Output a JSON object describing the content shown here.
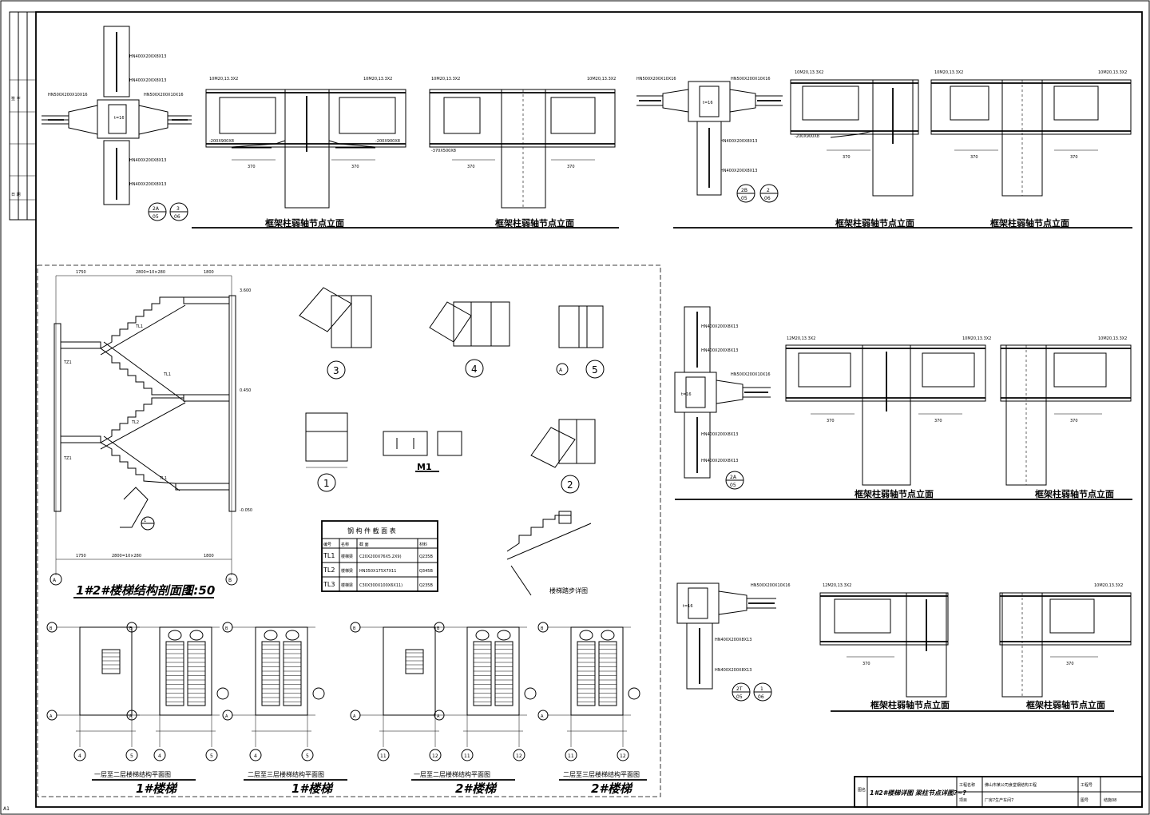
{
  "titles": {
    "elev_1": "框架柱弱轴节点立面",
    "elev_2": "框架柱弱轴节点立面",
    "elev_3": "框架柱弱轴节点立面",
    "elev_4": "框架柱弱轴节点立面",
    "elev_5": "框架柱弱轴节点立面",
    "elev_6": "框架柱弱轴节点立面",
    "elev_7": "框架柱弱轴节点立面",
    "elev_8": "框架柱弱轴节点立面",
    "stair_section": "1#2#楼梯结构剖面图",
    "stair_section_scale": "1:50",
    "stair_tread": "楼梯踏步详图",
    "m1": "M1",
    "plan_1a": "一层至二层楼梯结构平面图",
    "plan_1b": "二层至三层楼梯结构平面图",
    "plan_2a": "一层至二层楼梯结构平面图",
    "plan_2b": "二层至三层楼梯结构平面图",
    "stair_1": "1#楼梯",
    "stair_2": "2#楼梯"
  },
  "detail_tags": {
    "a": [
      "2A",
      "05",
      "3",
      "06"
    ],
    "b": [
      "2B",
      "05",
      "2",
      "06"
    ],
    "c": [
      "2A",
      "05"
    ],
    "d": [
      "2T",
      "05",
      "1",
      "06"
    ]
  },
  "detail_numbers": [
    "3",
    "4",
    "5",
    "1",
    "2",
    "1"
  ],
  "axes": [
    "A",
    "B",
    "4",
    "5",
    "11",
    "12"
  ],
  "steel_table": {
    "title": "钢 构 件 截 面 表",
    "header": [
      "编号",
      "名称",
      "截 面",
      "材料"
    ],
    "rows": [
      [
        "TL1",
        "楼梯梁",
        "C20X200X76X5.2X9)",
        "Q235B"
      ],
      [
        "TL2",
        "楼梯梁",
        "HN350X175X7X11",
        "Q345B"
      ],
      [
        "TL3",
        "楼梯梁",
        "C30X300X100X6X11)",
        "Q235B"
      ]
    ]
  },
  "title_block": {
    "drawing_label": "图名",
    "drawing_name": "1#2#楼梯详图  梁柱节点详图?~?",
    "project_label": "工程名称",
    "project_name": "佛山市某公司食堂钢结构工程",
    "item_label": "项目",
    "item_name": "厂房7生产车间7",
    "job_label": "工程号",
    "sheet_label": "图号",
    "sheet_no": "结施08"
  },
  "page_mark": "A1"
}
